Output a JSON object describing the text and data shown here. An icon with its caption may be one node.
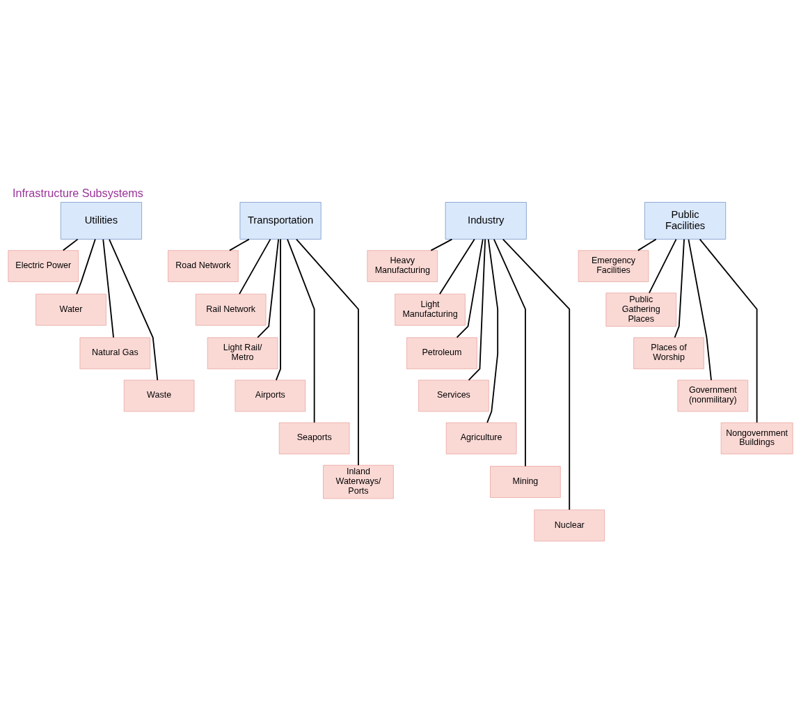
{
  "diagram": {
    "title": "Infrastructure Subsystems",
    "nodes": [
      {
        "text": [
          "Utilities"
        ]
      },
      {
        "text": [
          "Electric Power"
        ]
      },
      {
        "text": [
          "Water"
        ]
      },
      {
        "text": [
          "Natural Gas"
        ]
      },
      {
        "text": [
          "Waste"
        ]
      },
      {
        "text": [
          "Transportation"
        ]
      },
      {
        "text": [
          "Road Network"
        ]
      },
      {
        "text": [
          "Rail Network"
        ]
      },
      {
        "text": [
          "Light Rail/ Metro"
        ]
      },
      {
        "text": [
          "Airports"
        ]
      },
      {
        "text": [
          "Seaports"
        ]
      },
      {
        "text": [
          "Inland Waterways/ Ports"
        ]
      },
      {
        "text": [
          "Industry"
        ]
      },
      {
        "text": [
          "Heavy Manufacturing"
        ]
      },
      {
        "text": [
          "Light Manufacturing"
        ]
      },
      {
        "text": [
          "Petroleum"
        ]
      },
      {
        "text": [
          "Services"
        ]
      },
      {
        "text": [
          "Agriculture"
        ]
      },
      {
        "text": [
          "Mining"
        ]
      },
      {
        "text": [
          "Nuclear"
        ]
      },
      {
        "text": [
          "Public Facilities"
        ]
      },
      {
        "text": [
          "Emergency Facilities"
        ]
      },
      {
        "text": [
          "Public Gathering Places"
        ]
      },
      {
        "text": [
          "Places of Worship"
        ]
      },
      {
        "text": [
          "Government (nonmilitary)"
        ]
      },
      {
        "text": [
          "Nongovernment Buildings"
        ]
      }
    ],
    "edges": [
      {
        "from": 0,
        "to": 1,
        "arrow": "none"
      },
      {
        "from": 0,
        "to": 2,
        "arrow": "none"
      },
      {
        "from": 0,
        "to": 3,
        "arrow": "none"
      },
      {
        "from": 0,
        "to": 4,
        "arrow": "none"
      },
      {
        "from": 5,
        "to": 6,
        "arrow": "none"
      },
      {
        "from": 5,
        "to": 7,
        "arrow": "none"
      },
      {
        "from": 5,
        "to": 8,
        "arrow": "none"
      },
      {
        "from": 5,
        "to": 9,
        "arrow": "none"
      },
      {
        "from": 5,
        "to": 10,
        "arrow": "none"
      },
      {
        "from": 5,
        "to": 11,
        "arrow": "none"
      },
      {
        "from": 12,
        "to": 13,
        "arrow": "none"
      },
      {
        "from": 12,
        "to": 14,
        "arrow": "none"
      },
      {
        "from": 12,
        "to": 15,
        "arrow": "none"
      },
      {
        "from": 12,
        "to": 16,
        "arrow": "none"
      },
      {
        "from": 12,
        "to": 17,
        "arrow": "none"
      },
      {
        "from": 12,
        "to": 18,
        "arrow": "none"
      },
      {
        "from": 12,
        "to": 19,
        "arrow": "none"
      },
      {
        "from": 20,
        "to": 21,
        "arrow": "none"
      },
      {
        "from": 20,
        "to": 22,
        "arrow": "none"
      },
      {
        "from": 20,
        "to": 23,
        "arrow": "none"
      },
      {
        "from": 20,
        "to": 24,
        "arrow": "none"
      },
      {
        "from": 20,
        "to": 25,
        "arrow": "none"
      }
    ]
  }
}
